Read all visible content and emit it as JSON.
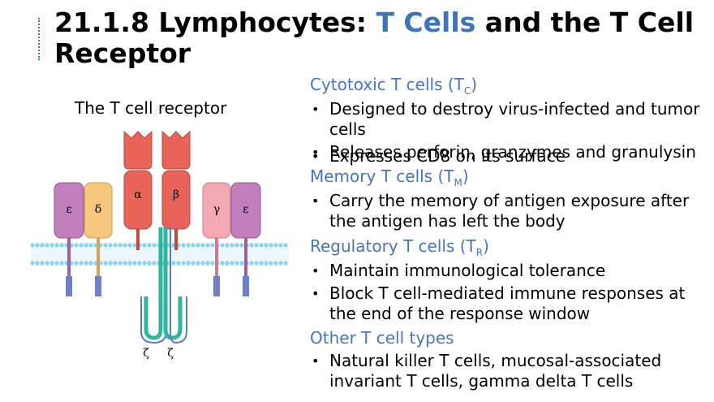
{
  "title": {
    "prefix": "21.1.8 Lymphocytes: ",
    "highlight": "T Cells",
    "suffix": " and the T Cell Receptor"
  },
  "figure": {
    "caption": "The T cell receptor",
    "chain_labels": {
      "epsilon_left": "ε",
      "delta": "δ",
      "alpha": "α",
      "beta": "β",
      "gamma": "γ",
      "epsilon_right": "ε",
      "zeta_left": "ζ",
      "zeta_right": "ζ"
    },
    "colors": {
      "epsilon": "#c17fbe",
      "delta": "#f6c87f",
      "alpha_beta": "#e8645a",
      "gamma": "#f4a8b4",
      "zeta": "#2fb4a0",
      "membrane": "#8fd3e6"
    }
  },
  "sections": [
    {
      "name": "Cytotoxic T cells (T",
      "sub": "C",
      "close": ")",
      "bullets": [
        "Designed to destroy virus-infected and tumor cells",
        "Releases perforin, granzymes and granulysin",
        "Expresses CD8 on its surface"
      ]
    },
    {
      "name": "Memory T cells (T",
      "sub": "M",
      "close": ")",
      "bullets": [
        "Carry the memory of antigen exposure after the antigen has left the body"
      ]
    },
    {
      "name": "Regulatory T cells (T",
      "sub": "R",
      "close": ")",
      "bullets": [
        "Maintain immunological tolerance",
        "Block T cell-mediated immune responses at the end of the response window"
      ]
    },
    {
      "name": "Other T cell types",
      "sub": "",
      "close": "",
      "bullets": [
        "Natural killer T cells, mucosal-associated invariant T cells, gamma delta T cells"
      ]
    }
  ]
}
